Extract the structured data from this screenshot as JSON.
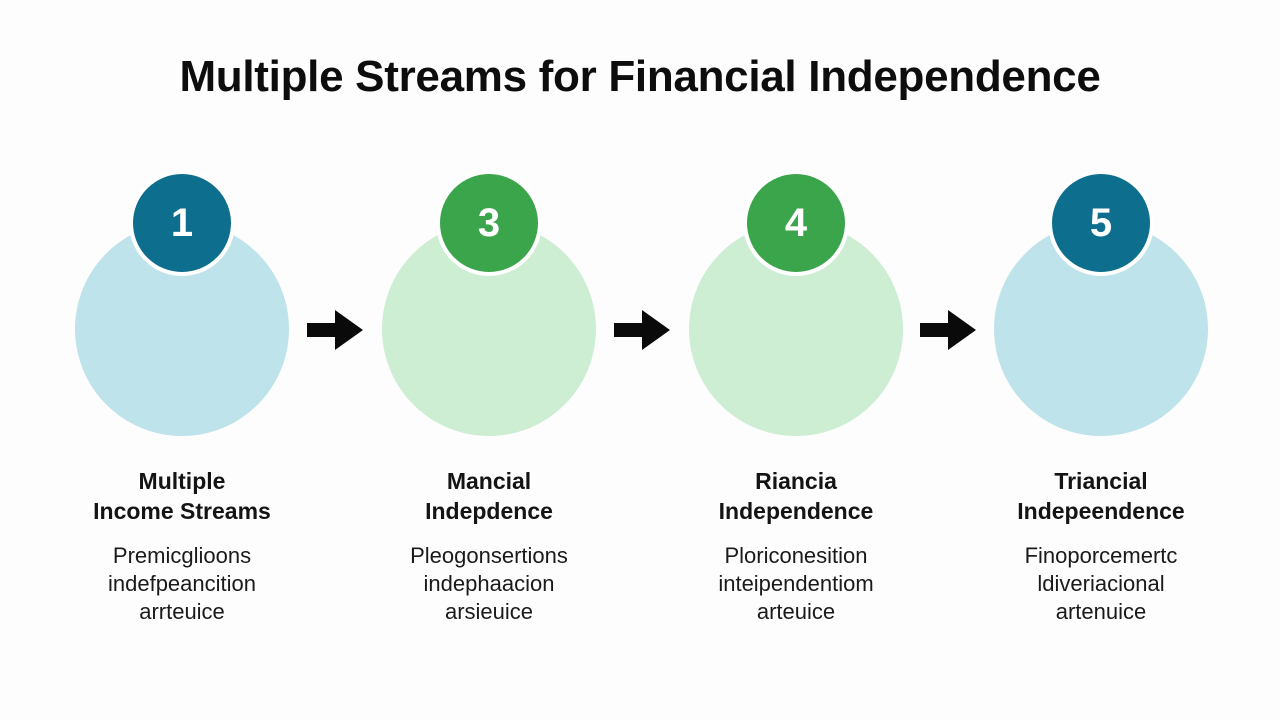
{
  "title": "Multiple Streams for Financial Independence",
  "steps": [
    {
      "number": "1",
      "heading_line1": "Multiple",
      "heading_line2": "Income Streams",
      "desc_line1": "Premicglioons",
      "desc_line2": "indefpeancition",
      "desc_line3": "arrteuice",
      "badge_color": "#0e6e8e",
      "circle_color": "#bfe3ea"
    },
    {
      "number": "3",
      "heading_line1": "Mancial",
      "heading_line2": "Indepdence",
      "desc_line1": "Pleogonsertions",
      "desc_line2": "indephaacion",
      "desc_line3": "arsieuice",
      "badge_color": "#3aa54a",
      "circle_color": "#cdeed3"
    },
    {
      "number": "4",
      "heading_line1": "Riancia",
      "heading_line2": "Independence",
      "desc_line1": "Ploriconesition",
      "desc_line2": "inteipendentiom",
      "desc_line3": "arteuice",
      "badge_color": "#3aa54a",
      "circle_color": "#cdeed3"
    },
    {
      "number": "5",
      "heading_line1": "Triancial",
      "heading_line2": "Indepeendence",
      "desc_line1": "Finoporcemertc",
      "desc_line2": "ldiveriacional",
      "desc_line3": "artenuice",
      "badge_color": "#0e6e8e",
      "circle_color": "#bfe3ea"
    }
  ],
  "arrow_color": "#0a0a0a"
}
